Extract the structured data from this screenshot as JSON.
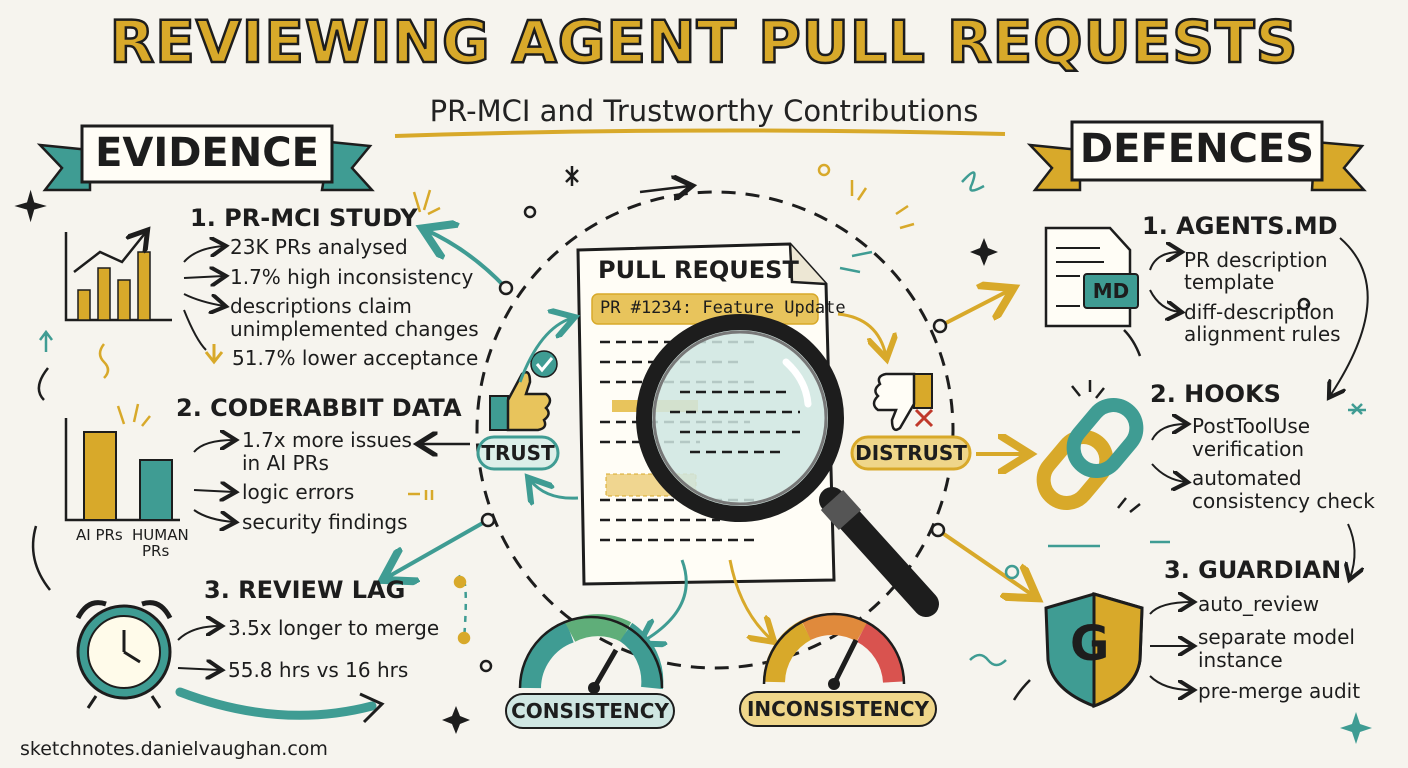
{
  "title": "REVIEWING AGENT PULL REQUESTS",
  "subtitle": "PR-MCI and Trustworthy Contributions",
  "left_banner": "EVIDENCE",
  "right_banner": "DEFENCES",
  "evidence": {
    "pr_mci": {
      "heading": "1. PR-MCI STUDY",
      "items": [
        "23K PRs analysed",
        "1.7% high inconsistency",
        "descriptions claim",
        "unimplemented changes",
        "51.7% lower acceptance"
      ]
    },
    "coderabbit": {
      "heading": "2. CODERABBIT DATA",
      "items": [
        "1.7x more issues",
        "in AI PRs",
        "logic errors",
        "security findings"
      ],
      "bar_labels": [
        "AI PRs",
        "HUMAN",
        "PRs"
      ]
    },
    "review_lag": {
      "heading": "3. REVIEW LAG",
      "items": [
        "3.5x longer to merge",
        "55.8 hrs vs 16 hrs"
      ]
    }
  },
  "center": {
    "doc_title": "PULL REQUEST",
    "pr_label": "PR #1234: Feature Update",
    "trust": "TRUST",
    "distrust": "DISTRUST",
    "consistency": "CONSISTENCY",
    "inconsistency": "INCONSISTENCY"
  },
  "defences": {
    "agents": {
      "heading": "1. AGENTS.MD",
      "icon_label": "MD",
      "items": [
        "PR description",
        "template",
        "diff-description",
        "alignment rules"
      ]
    },
    "hooks": {
      "heading": "2. HOOKS",
      "items": [
        "PostToolUse",
        "verification",
        "automated",
        "consistency check"
      ]
    },
    "guardian": {
      "heading": "3. GUARDIAN",
      "shield_letter": "G",
      "items": [
        "auto_review",
        "separate model",
        "instance",
        "pre-merge audit"
      ]
    }
  },
  "footer": "sketchnotes.danielvaughan.com",
  "colors": {
    "gold": "#d8a92a",
    "teal": "#3f9c93",
    "red": "#d9534f",
    "ink": "#1d1d1d",
    "paper": "#f6f4ee"
  }
}
